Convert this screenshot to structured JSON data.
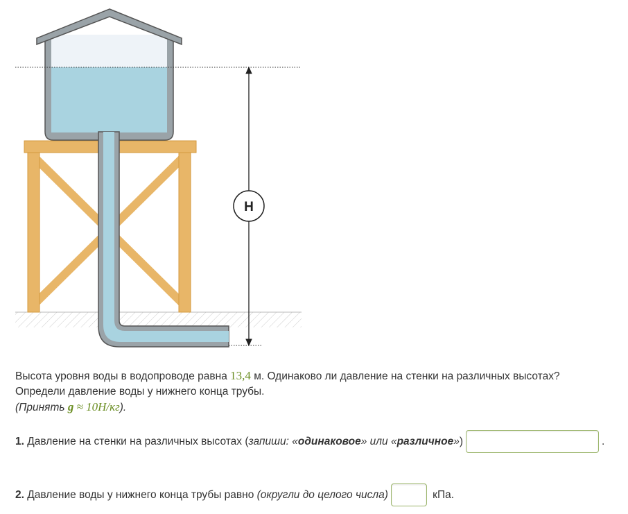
{
  "figure": {
    "height_label": "H",
    "water_color": "#a9d3e0",
    "wood_color": "#e8b668"
  },
  "problem": {
    "line1_a": "Высота уровня воды в водопроводе равна ",
    "height_value": "13,4",
    "line1_b": " м. Одинаково ли давление на стенки на различных высотах?",
    "line2": "Определи давление воды у нижнего конца трубы.",
    "hint_a": "(Принять ",
    "hint_g": "g",
    "hint_approx": " ≈ 10",
    "hint_unit": "Н/кг",
    "hint_b": ")."
  },
  "q1": {
    "num": "1.",
    "text": " Давление на стенки на различных высотах (",
    "hint_a": "запиши: «",
    "opt1": "одинаковое",
    "hint_b": "» или «",
    "opt2": "различное",
    "hint_c": "»",
    "close": ")",
    "value": "",
    "end": "."
  },
  "q2": {
    "num": "2.",
    "text": " Давление воды у нижнего конца трубы равно ",
    "hint": "(округли до целого числа)",
    "value": "",
    "unit": " кПа."
  }
}
